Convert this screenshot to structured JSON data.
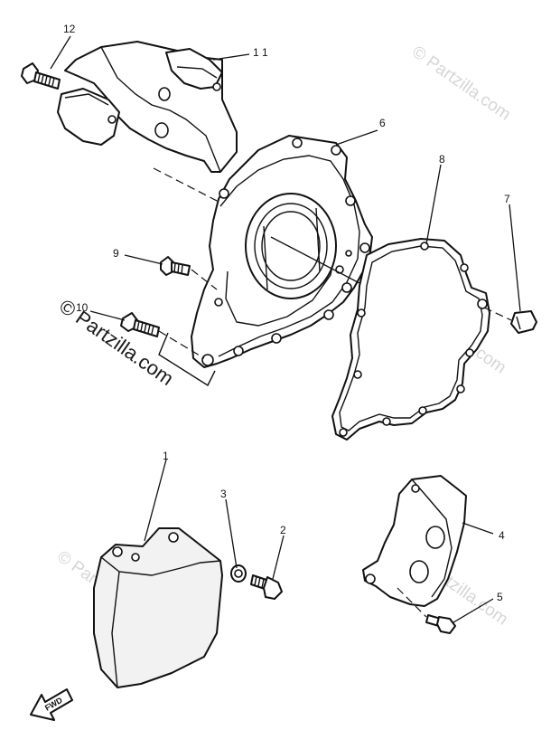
{
  "watermark": {
    "text": "© Partzilla.com"
  },
  "fwd_label": "FWD",
  "callouts": {
    "c1": "1",
    "c2": "2",
    "c3": "3",
    "c4": "4",
    "c5": "5",
    "c6": "6",
    "c7": "7",
    "c8": "8",
    "c9": "9",
    "c10": "10",
    "c11": "1 1",
    "c12": "12"
  }
}
